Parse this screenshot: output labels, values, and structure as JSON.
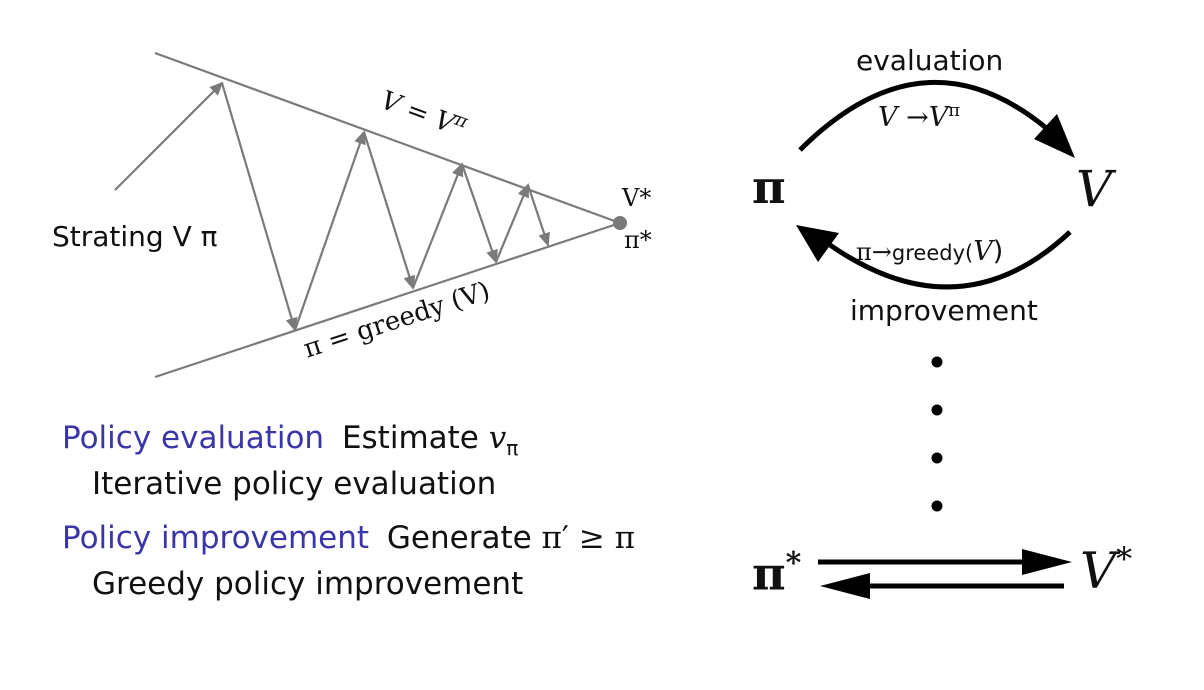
{
  "left_diagram": {
    "start_label": "Strating V π",
    "top_line_label": "V = V",
    "top_line_sup": "π",
    "bottom_line_label": "π = greedy (V)",
    "converge_top": "V*",
    "converge_bottom": "π*",
    "colors": {
      "line": "#7a7a7a",
      "point": "#7a7a7a"
    }
  },
  "text_block": {
    "eval_term": "Policy evaluation",
    "eval_desc_prefix": "Estimate ",
    "eval_desc_var": "v",
    "eval_desc_sub": "π",
    "eval_method": "Iterative policy evaluation",
    "improve_term": "Policy improvement",
    "improve_desc_prefix": "Generate ",
    "improve_desc_math": "π′ ≥ π",
    "improve_method": "Greedy policy improvement",
    "colors": {
      "term": "#3a36a8",
      "text": "#111111"
    }
  },
  "right_diagram": {
    "evaluation_label": "evaluation",
    "eval_arc_label": "V →V",
    "eval_arc_sup": "π",
    "pi_label": "π",
    "v_label": "V",
    "improve_arc_label_pi": "π→",
    "improve_arc_label_greedy": "greedy(",
    "improve_arc_label_v": "V",
    "improve_arc_label_close": ")",
    "improvement_label": "improvement",
    "pi_star_label": "π",
    "pi_star_sup": "*",
    "v_star_label": "V",
    "v_star_sup": "*",
    "colors": {
      "arrow": "#000000"
    }
  }
}
